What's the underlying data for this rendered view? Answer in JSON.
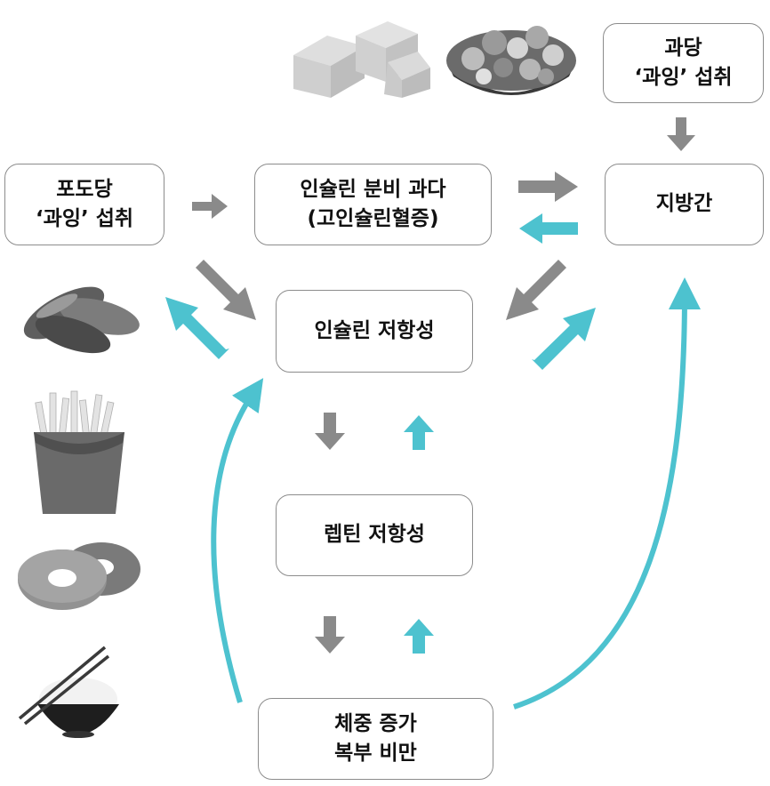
{
  "colors": {
    "gray_arrow": "#8a8a8a",
    "teal_arrow": "#4dc2cf",
    "box_border": "#8c8c8c"
  },
  "nodes": {
    "glucose": {
      "line1": "포도당",
      "line2": "‘과잉’ 섭취"
    },
    "insulin_secretion": {
      "line1": "인슐린 분비 과다",
      "line2": "(고인슐린혈증)"
    },
    "fructose": {
      "line1": "과당",
      "line2": "‘과잉’ 섭취"
    },
    "fatty_liver": {
      "line1": "지방간"
    },
    "insulin_resistance": {
      "line1": "인슐린 저항성"
    },
    "leptin_resistance": {
      "line1": "렙틴 저항성"
    },
    "obesity": {
      "line1": "체중 증가",
      "line2": "복부 비만"
    }
  },
  "images": [
    "sugar-cubes",
    "fruit-bowl",
    "sweet-potatoes",
    "french-fries",
    "bagels",
    "rice-bowl"
  ]
}
